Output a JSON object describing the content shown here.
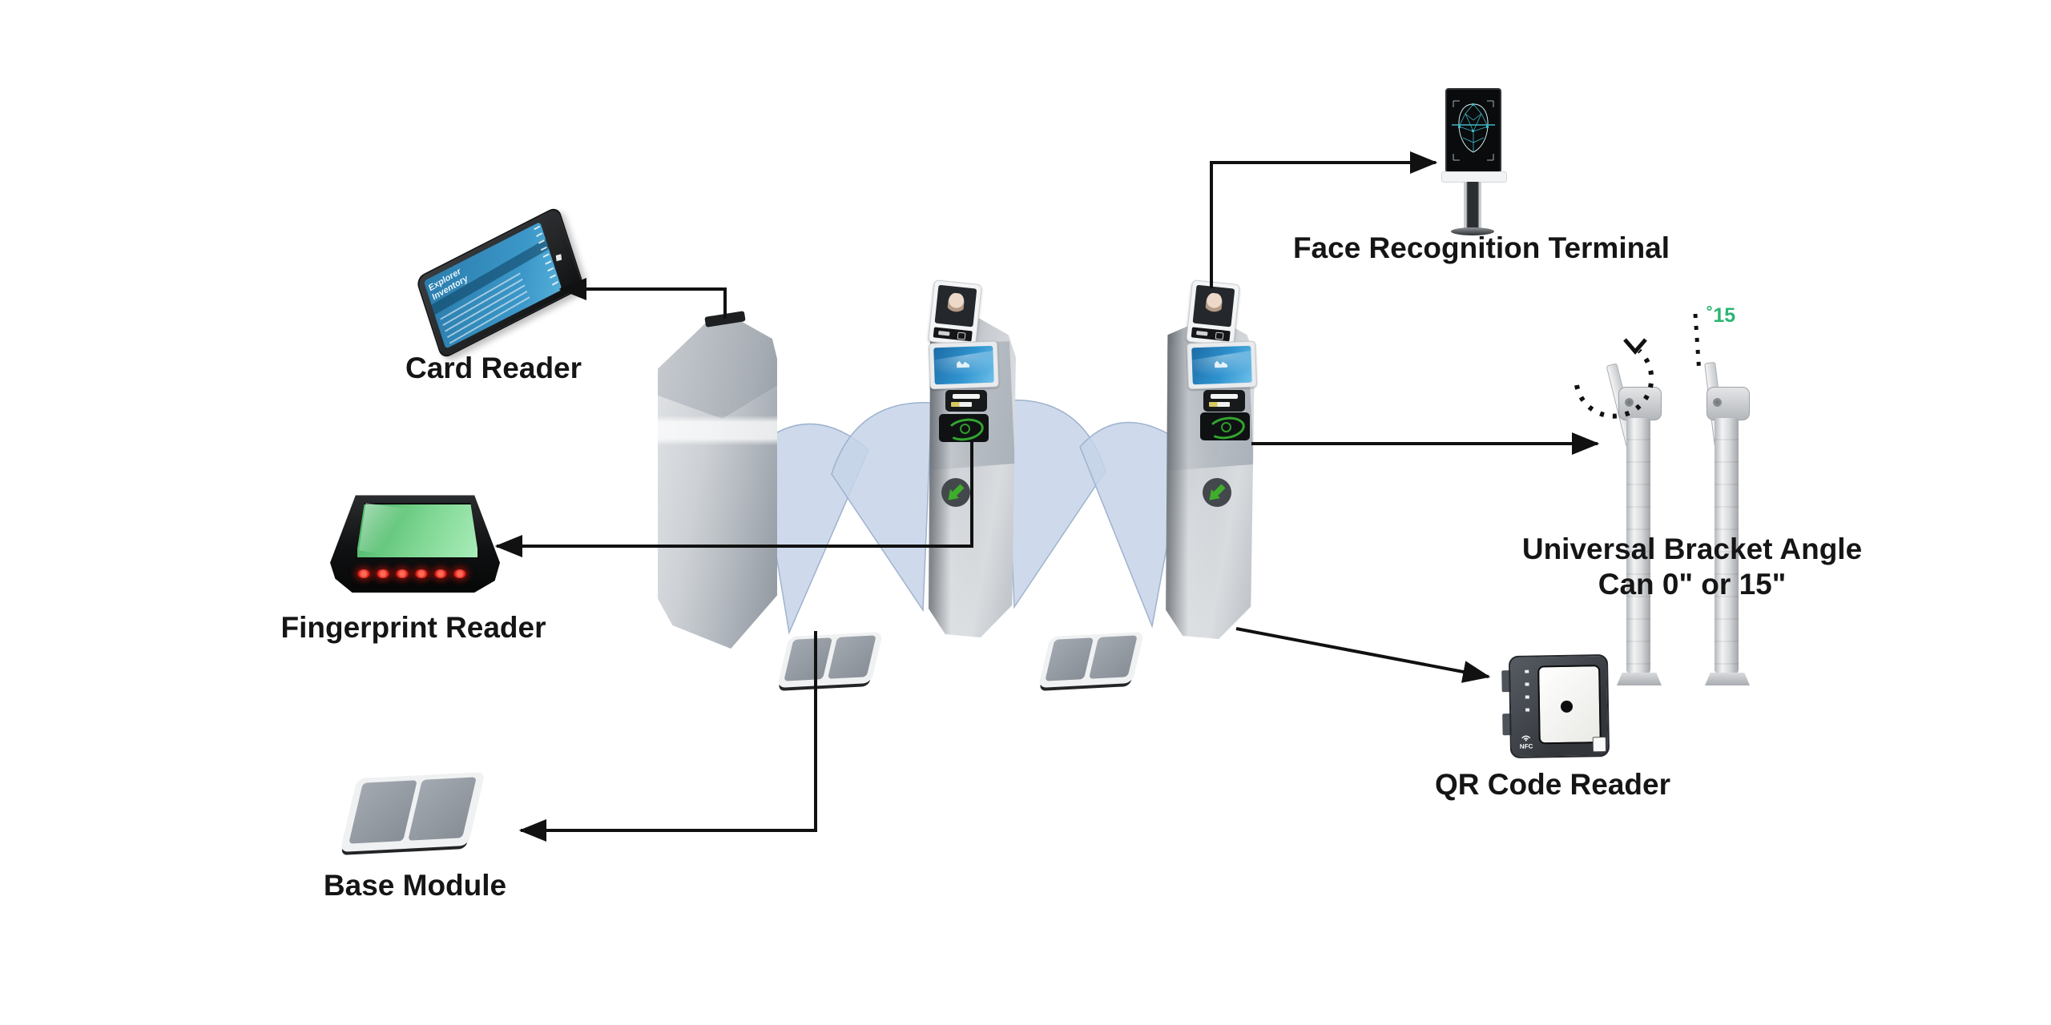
{
  "diagram": {
    "labels": {
      "card_reader": "Card Reader",
      "face_terminal": "Face Recognition Terminal",
      "fingerprint_reader": "Fingerprint Reader",
      "bracket_line1": "Universal Bracket Angle",
      "bracket_line2": "Can 0\" or 15\"",
      "qr_reader": "QR Code Reader",
      "base_module": "Base Module",
      "angle_annotation": "˚15"
    },
    "phone_screen": {
      "app_title_line1": "Explorer",
      "app_title_line2": "Inventory"
    },
    "qr_device": {
      "nfc_text": "NFC"
    },
    "connections": [
      {
        "from": "left-turnstile-top",
        "to": "card-reader"
      },
      {
        "from": "middle-turnstile-fingerprint-module",
        "to": "fingerprint-reader"
      },
      {
        "from": "lane-floor-plate",
        "to": "base-module"
      },
      {
        "from": "right-turnstile-face-module",
        "to": "face-recognition-terminal"
      },
      {
        "from": "right-turnstile-side",
        "to": "universal-bracket"
      },
      {
        "from": "right-turnstile-base",
        "to": "qr-code-reader"
      }
    ],
    "colors": {
      "label_text": "#151515",
      "connector": "#111111",
      "angle_green": "#2bb673",
      "turnstile_arrow_green": "#3fae2a",
      "wing_blue": "#c7d4e8",
      "fingerprint_glass_green": "#7fd793",
      "led_red": "#d01310",
      "face_mesh_teal": "#3fb6c6",
      "phone_screen_blue": "#2e7fae"
    }
  }
}
